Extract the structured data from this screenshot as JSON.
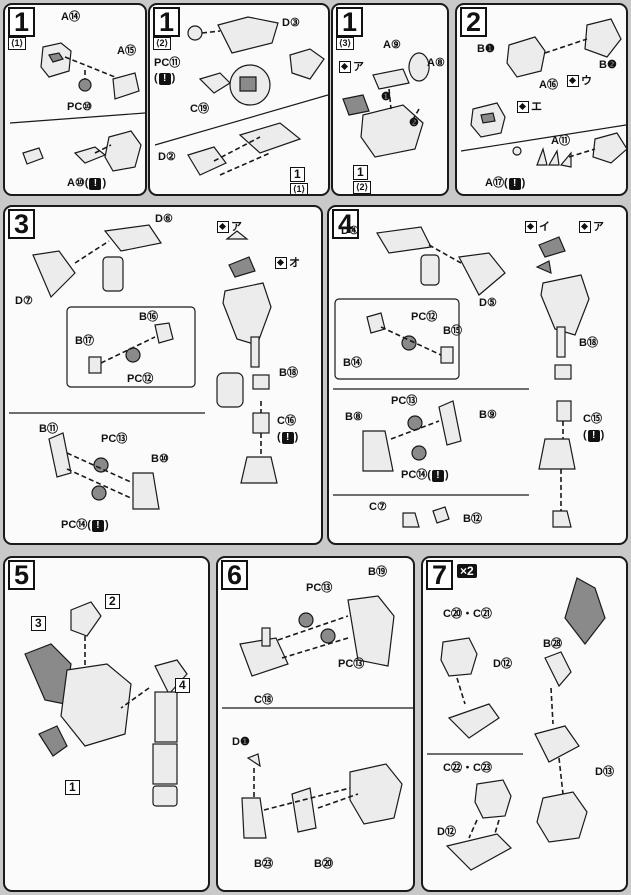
{
  "steps": {
    "s1a": {
      "num": "1",
      "sub": "⟨1⟩",
      "labels": [
        "A⑭",
        "A⑮",
        "PC⑩",
        "A⑩(",
        ")"
      ]
    },
    "s1b": {
      "num": "1",
      "sub": "⟨2⟩",
      "labels": [
        "D③",
        "PC⑪",
        "(",
        ")",
        "C⑲",
        "D②",
        "1",
        "⟨1⟩"
      ]
    },
    "s1c": {
      "num": "1",
      "sub": "⟨3⟩",
      "labels": [
        "A⑨",
        "A⑧",
        "1",
        "⟨2⟩",
        "❶",
        "❷",
        "ア"
      ]
    },
    "s2": {
      "num": "2",
      "labels": [
        "B❶",
        "B❷",
        "A⑯",
        "A⑪",
        "A⑰(",
        ")",
        "ウ",
        "エ"
      ]
    },
    "s3": {
      "num": "3",
      "labels": [
        "D⑥",
        "D⑦",
        "B⑯",
        "B⑰",
        "PC⑫",
        "B⑱",
        "C⑯",
        "(",
        ")",
        "B⑪",
        "PC⑬",
        "B⑩",
        "PC⑭(",
        ")",
        "ア",
        "オ"
      ]
    },
    "s4": {
      "num": "4",
      "labels": [
        "D④",
        "D⑤",
        "PC⑫",
        "B⑮",
        "B⑭",
        "B⑱",
        "B⑧",
        "PC⑬",
        "B⑨",
        "C⑮",
        "(",
        ")",
        "PC⑭(",
        ")",
        "C⑦",
        "B⑫",
        "イ",
        "ア"
      ]
    },
    "s5": {
      "num": "5",
      "labels": [
        "2",
        "3",
        "4",
        "1"
      ]
    },
    "s6": {
      "num": "6",
      "labels": [
        "PC⑬",
        "B⑲",
        "PC⑬",
        "C⑱",
        "D❶",
        "B㉓",
        "B⑳"
      ]
    },
    "s7": {
      "num": "7",
      "badge": "×2",
      "labels": [
        "C⑳・C㉑",
        "D⑫",
        "B㉘",
        "C㉒・C㉓",
        "D⑬",
        "D⑫"
      ]
    }
  },
  "icons": {
    "warning": "exclamation-warning-icon",
    "sticker": "seal-marking-icon"
  },
  "colors": {
    "background": "#c9c9c9",
    "panel": "#fbfbfb",
    "ink": "#1a1a1a"
  }
}
